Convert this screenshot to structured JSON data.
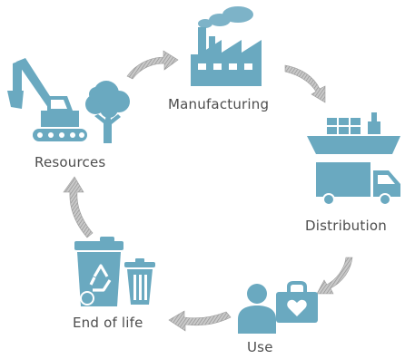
{
  "stages": {
    "manufacturing": {
      "label": "Manufacturing",
      "icon": "factory-icon"
    },
    "distribution": {
      "label": "Distribution",
      "icon": "ship-and-truck-icon"
    },
    "use": {
      "label": "Use",
      "icon": "person-with-medical-bag-icon"
    },
    "end_of_life": {
      "label": "End of life",
      "icon": "recycle-bin-and-trash-can-icon"
    },
    "resources": {
      "label": "Resources",
      "icon": "excavator-and-tree-icon"
    }
  },
  "colors": {
    "icon": "#6aa9c0",
    "icon_dark": "#4f8fa8",
    "arrow": "#a9a9a9",
    "text": "#4d4d4d"
  }
}
